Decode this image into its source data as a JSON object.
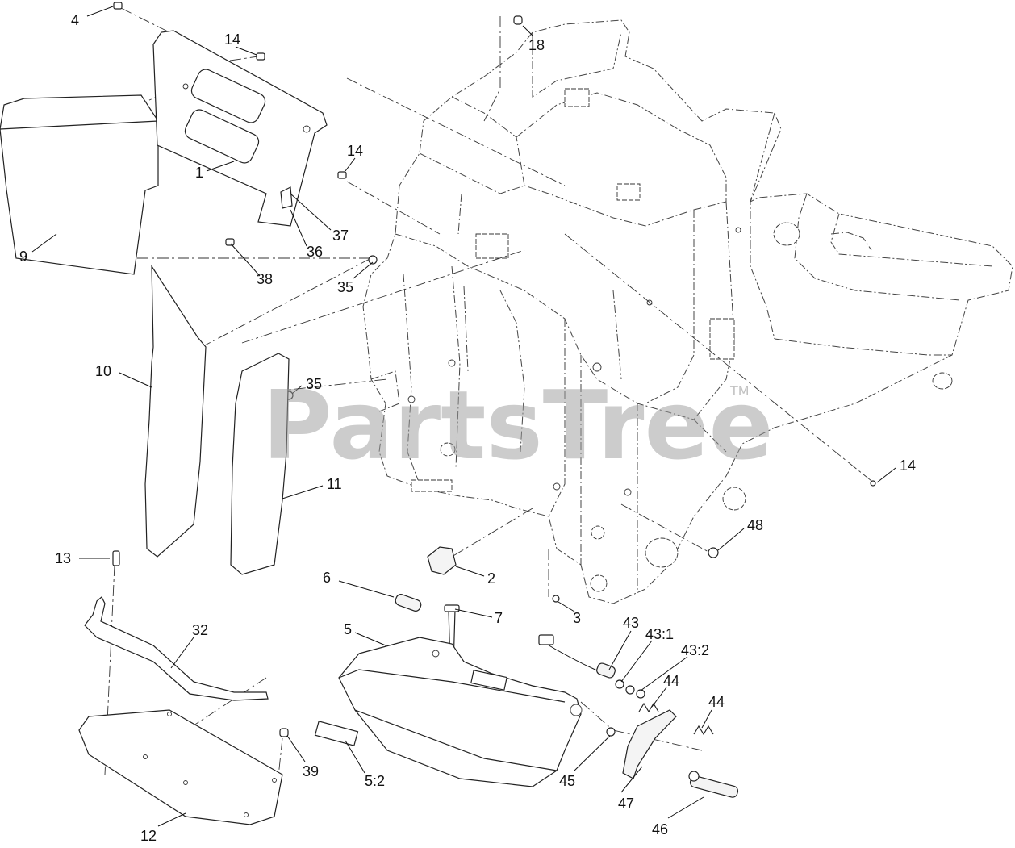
{
  "watermark": {
    "brand": "PartsTree",
    "trademark": "TM"
  },
  "callouts": [
    {
      "id": "c-4",
      "label": "4"
    },
    {
      "id": "c-14a",
      "label": "14"
    },
    {
      "id": "c-18",
      "label": "18"
    },
    {
      "id": "c-14b",
      "label": "14"
    },
    {
      "id": "c-1",
      "label": "1"
    },
    {
      "id": "c-37",
      "label": "37"
    },
    {
      "id": "c-36",
      "label": "36"
    },
    {
      "id": "c-38",
      "label": "38"
    },
    {
      "id": "c-35a",
      "label": "35"
    },
    {
      "id": "c-9",
      "label": "9"
    },
    {
      "id": "c-10",
      "label": "10"
    },
    {
      "id": "c-35b",
      "label": "35"
    },
    {
      "id": "c-11",
      "label": "11"
    },
    {
      "id": "c-14c",
      "label": "14"
    },
    {
      "id": "c-48",
      "label": "48"
    },
    {
      "id": "c-13",
      "label": "13"
    },
    {
      "id": "c-2",
      "label": "2"
    },
    {
      "id": "c-6",
      "label": "6"
    },
    {
      "id": "c-7",
      "label": "7"
    },
    {
      "id": "c-3",
      "label": "3"
    },
    {
      "id": "c-32",
      "label": "32"
    },
    {
      "id": "c-5",
      "label": "5"
    },
    {
      "id": "c-43",
      "label": "43"
    },
    {
      "id": "c-43-1",
      "label": "43:1"
    },
    {
      "id": "c-43-2",
      "label": "43:2"
    },
    {
      "id": "c-44a",
      "label": "44"
    },
    {
      "id": "c-44b",
      "label": "44"
    },
    {
      "id": "c-39",
      "label": "39"
    },
    {
      "id": "c-5-2",
      "label": "5:2"
    },
    {
      "id": "c-45",
      "label": "45"
    },
    {
      "id": "c-47",
      "label": "47"
    },
    {
      "id": "c-46",
      "label": "46"
    },
    {
      "id": "c-12",
      "label": "12"
    }
  ]
}
